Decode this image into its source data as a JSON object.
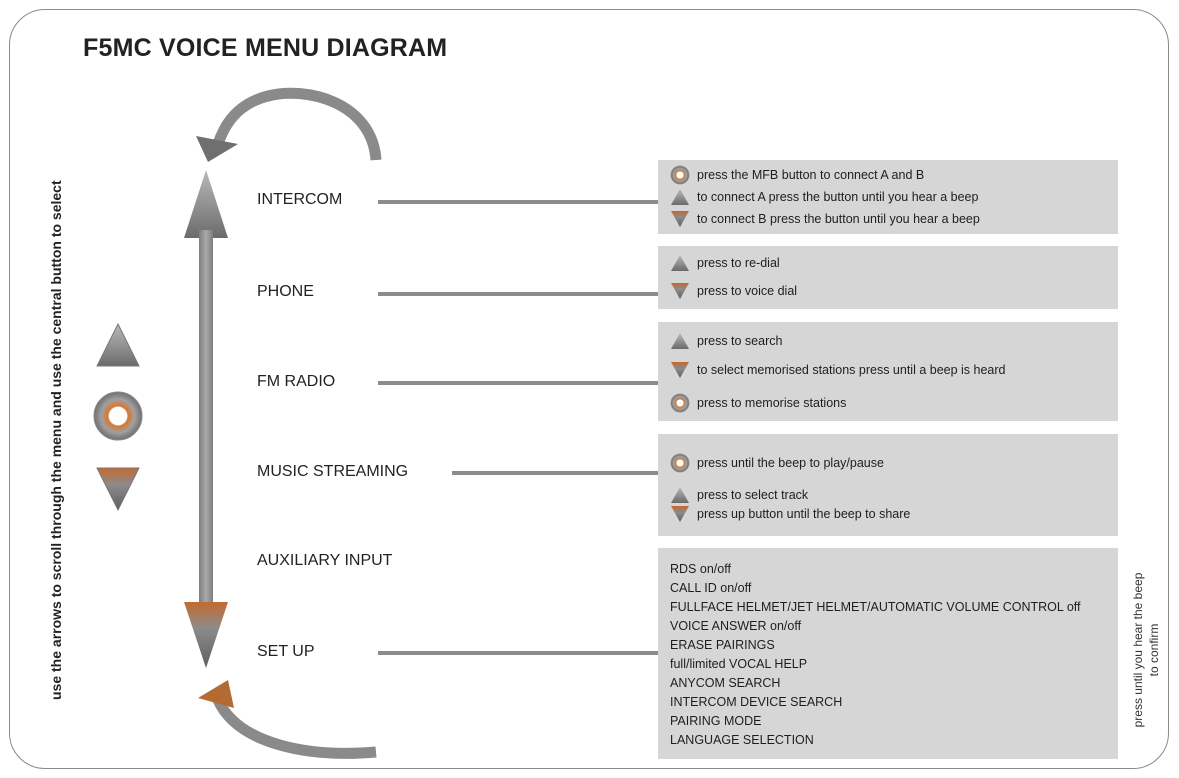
{
  "title": "F5MC VOICE MENU DIAGRAM",
  "left_instruction": "use the arrows to scroll through the menu and use the central button to select",
  "right_instruction_line1": "press until you hear the beep",
  "right_instruction_line2": "to confirm",
  "menu": {
    "intercom": "INTERCOM",
    "phone": "PHONE",
    "fm_radio": "FM RADIO",
    "music_streaming": "MUSIC STREAMING",
    "auxiliary_input": "AUXILIARY INPUT",
    "set_up": "SET UP"
  },
  "intercom_box": [
    {
      "icon": "circle-button-icon",
      "text": "press the MFB button to connect A and B"
    },
    {
      "icon": "up-arrow-icon",
      "text": "to connect A press the button until you hear a beep"
    },
    {
      "icon": "down-arrow-icon",
      "text": "to connect B press the button until you hear a beep"
    }
  ],
  "phone_box": [
    {
      "icon": "up-arrow-icon",
      "text": "press to re-dial"
    },
    {
      "icon": "down-arrow-icon",
      "text": "press to voice dial"
    }
  ],
  "fm_box": [
    {
      "icon": "up-arrow-icon",
      "text": "press to search"
    },
    {
      "icon": "down-arrow-icon",
      "text": "to select memorised stations press until a beep is heard"
    },
    {
      "icon": "circle-button-icon",
      "text": "press to memorise stations"
    }
  ],
  "music_box": [
    {
      "icon": "circle-button-icon",
      "text": "press until the beep to play/pause"
    },
    {
      "icon": "up-arrow-icon",
      "text": "press to select track"
    },
    {
      "icon": "down-arrow-icon",
      "text": "press up button until the beep to share"
    }
  ],
  "setup_box": [
    "RDS on/off",
    "CALL ID on/off",
    "FULLFACE HELMET/JET HELMET/AUTOMATIC VOLUME CONTROL off",
    "VOICE ANSWER on/off",
    "ERASE PAIRINGS",
    "full/limited VOCAL HELP",
    "ANYCOM SEARCH",
    "INTERCOM DEVICE SEARCH",
    "PAIRING MODE",
    "LANGUAGE SELECTION"
  ],
  "colors": {
    "box_background": "#d6d6d6",
    "arrow_gray": "#8c8c8c",
    "button_orange": "#d8762e"
  }
}
